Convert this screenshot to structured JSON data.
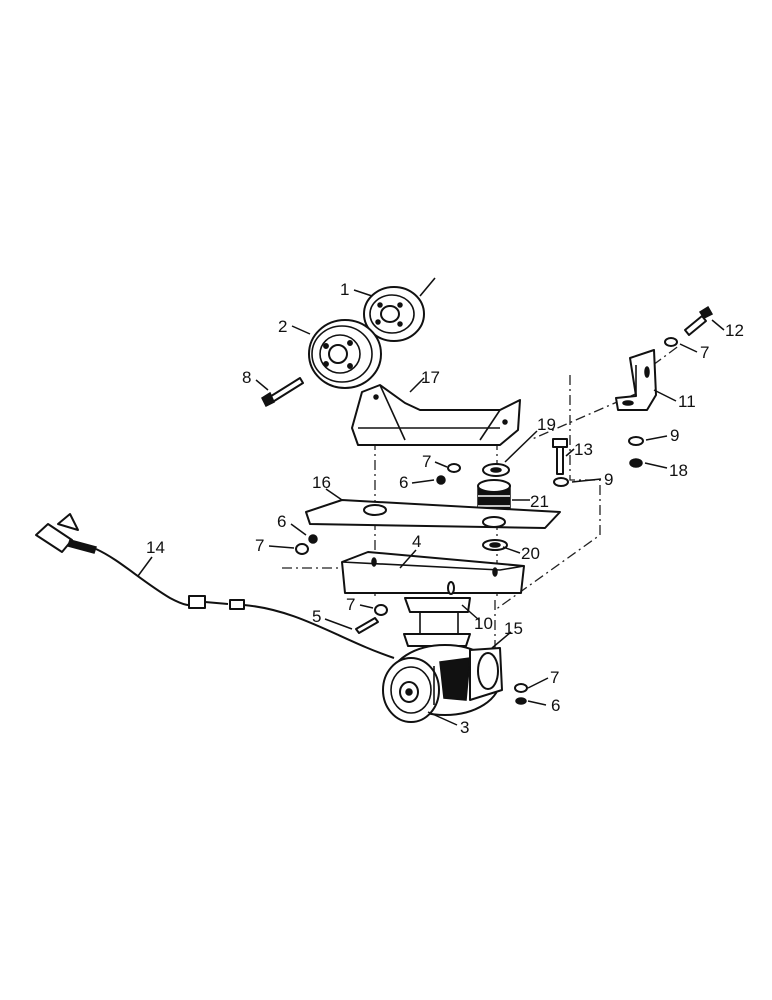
{
  "callouts": [
    {
      "id": "1",
      "label": "1"
    },
    {
      "id": "2",
      "label": "2"
    },
    {
      "id": "3",
      "label": "3"
    },
    {
      "id": "4",
      "label": "4"
    },
    {
      "id": "5",
      "label": "5"
    },
    {
      "id": "6a",
      "label": "6"
    },
    {
      "id": "6b",
      "label": "6"
    },
    {
      "id": "6c",
      "label": "6"
    },
    {
      "id": "7a",
      "label": "7"
    },
    {
      "id": "7b",
      "label": "7"
    },
    {
      "id": "7c",
      "label": "7"
    },
    {
      "id": "7d",
      "label": "7"
    },
    {
      "id": "7e",
      "label": "7"
    },
    {
      "id": "8",
      "label": "8"
    },
    {
      "id": "9a",
      "label": "9"
    },
    {
      "id": "9b",
      "label": "9"
    },
    {
      "id": "10",
      "label": "10"
    },
    {
      "id": "11",
      "label": "11"
    },
    {
      "id": "12",
      "label": "12"
    },
    {
      "id": "13",
      "label": "13"
    },
    {
      "id": "14",
      "label": "14"
    },
    {
      "id": "15",
      "label": "15"
    },
    {
      "id": "16",
      "label": "16"
    },
    {
      "id": "17",
      "label": "17"
    },
    {
      "id": "18",
      "label": "18"
    },
    {
      "id": "19",
      "label": "19"
    },
    {
      "id": "20",
      "label": "20"
    },
    {
      "id": "21",
      "label": "21"
    }
  ]
}
